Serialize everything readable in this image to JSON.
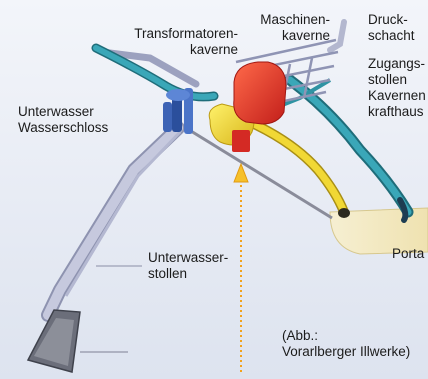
{
  "labels": {
    "transformatorenkaverne": [
      "Transformatoren-",
      "kaverne"
    ],
    "maschinenkaverne": [
      "Maschinen-",
      "kaverne"
    ],
    "druckschacht": [
      "Druck-",
      "schacht"
    ],
    "zugangsstollen": [
      "Zugangs-",
      "stollen",
      "Kavernen",
      "krafthaus"
    ],
    "unterwasser_wasserschloss": [
      "Unterwasser",
      "Wasserschloss"
    ],
    "unterwasserstollen": [
      "Unterwasser-",
      "stollen"
    ],
    "portal": [
      "Porta"
    ],
    "credit": [
      "(Abb.:",
      "Vorarlberger Illwerke)"
    ]
  },
  "colors": {
    "background": "#eaeef6",
    "tunnel_grey": "#aeb3cc",
    "penstock_teal": "#2f93a3",
    "machine_hall_red": "#e8302a",
    "transformer_yellow": "#f2d627",
    "surge_blue": "#3d63b5",
    "arrow_orange": "#f3a21a"
  }
}
